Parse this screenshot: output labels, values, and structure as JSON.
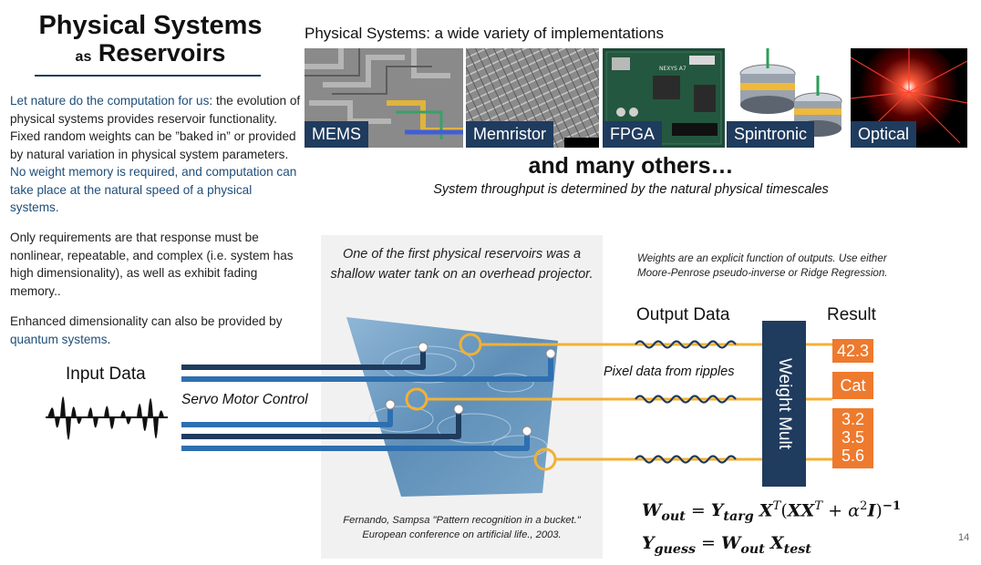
{
  "title": {
    "line1": "Physical Systems",
    "as": "as",
    "reservoirs": "Reservoirs"
  },
  "left": {
    "p1_lead": "Let nature do the computation for us",
    "p1_text": ": the evolution of physical systems provides reservoir functionality. Fixed random weights can be ”baked in” or provided by natural variation in physical system parameters. ",
    "p1_highlight": "No weight memory is required, and computation can take place at the natural speed of a physical systems.",
    "p2": "Only requirements are that response must be nonlinear, repeatable, and complex (i.e. system has high dimensionality), as well as exhibit fading memory..",
    "p3_text": "Enhanced dimensionality can also be provided by ",
    "p3_highlight": "quantum systems",
    "p3_end": "."
  },
  "systems": {
    "title_bold": "Physical Systems",
    "title_rest": ": a wide variety of implementations",
    "labels": [
      "MEMS",
      "Memristor",
      "FPGA",
      "Spintronic",
      "Optical"
    ],
    "fpga_board": "NEXYS A7",
    "many": "and many others…",
    "throughput": "System throughput is determined by the natural physical timescales"
  },
  "diagram": {
    "input_label": "Input Data",
    "servo_label": "Servo Motor Control",
    "panel_caption": [
      "One of the first physical reservoirs was a",
      "shallow water tank on an overhead projector."
    ],
    "citation": [
      "Fernando, Sampsa \"Pattern recognition in a bucket.\"",
      "European conference on artificial life., 2003."
    ],
    "weights_note": [
      "Weights are an explicit function of outputs. Use either",
      "Moore-Penrose pseudo-inverse or Ridge Regression."
    ],
    "output_label": "Output Data",
    "pixel_label": "Pixel data from ripples",
    "weight_mult": "Weight Mult",
    "result_label": "Result",
    "results": [
      "42.3",
      "Cat",
      "3.2",
      "3.5",
      "5.6"
    ]
  },
  "equations": {
    "eq1": "W_out = Y_targ X^T (XX^T + α²I)^-1",
    "eq2": "Y_guess = W_out X_test"
  },
  "page_number": "14",
  "colors": {
    "navy": "#1f3b5e",
    "accent_blue": "#1f4e79",
    "orange": "#ee7a2e",
    "gold": "#f2b134",
    "wire_blue": "#2e6fb0"
  }
}
